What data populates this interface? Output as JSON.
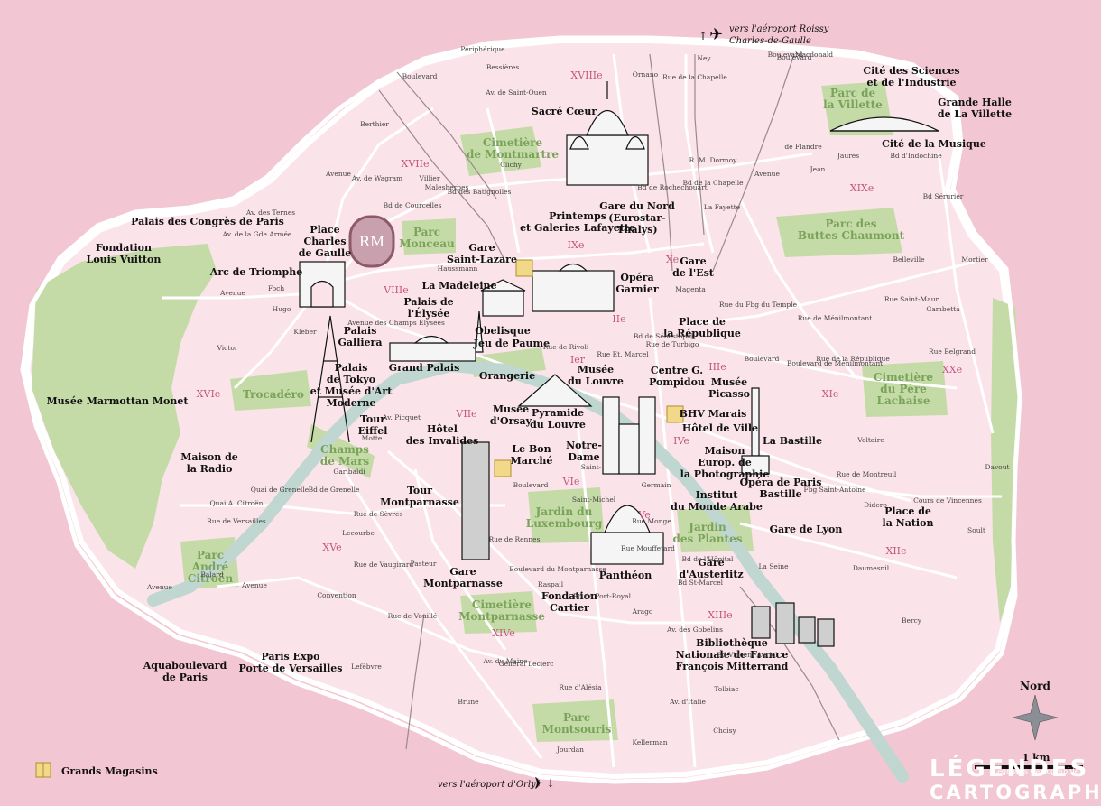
{
  "map": {
    "colors": {
      "background": "#f2c6d3",
      "city": "#fbe3ea",
      "roads": "#ffffff",
      "parks": "#c5dba7",
      "river": "#bfd7d0",
      "park_label": "#7aa35a",
      "arrondissement_label": "#c4577f"
    },
    "top_note": "vers l'aéroport Roissy Charles-de-Gaulle",
    "top_note_line1": "vers l'aéroport Roissy",
    "top_note_line2": "Charles-de-Gaulle",
    "bottom_note": "vers l'aéroport d'Orly",
    "north_label": "Nord",
    "scale_label": "1 km",
    "brand_line1": "LÉGENDES",
    "brand_line2": "CARTOGRAPHIE",
    "brand_small": "Légendes Cartographie",
    "legend_label": "Grands Magasins",
    "legend_icon": "gift-icon",
    "monogram": "RM",
    "landmarks": [
      {
        "id": "sacre-coeur",
        "lines": [
          "Sacré Cœur"
        ]
      },
      {
        "id": "cite-sciences",
        "lines": [
          "Cité des Sciences",
          "et de l'Industrie"
        ]
      },
      {
        "id": "grande-halle",
        "lines": [
          "Grande Halle",
          "de La Villette"
        ]
      },
      {
        "id": "cite-musique",
        "lines": [
          "Cité de la Musique"
        ]
      },
      {
        "id": "palais-congres",
        "lines": [
          "Palais des Congrès de Paris"
        ]
      },
      {
        "id": "fondation-vuitton",
        "lines": [
          "Fondation",
          "Louis Vuitton"
        ]
      },
      {
        "id": "place-de-gaulle",
        "lines": [
          "Place",
          "Charles",
          "de Gaulle"
        ]
      },
      {
        "id": "arc-triomphe",
        "lines": [
          "Arc de Triomphe"
        ]
      },
      {
        "id": "printemps",
        "lines": [
          "Printemps",
          "et Galeries Lafayette"
        ]
      },
      {
        "id": "gare-nord",
        "lines": [
          "Gare du Nord",
          "(Eurostar-",
          "Thalys)"
        ]
      },
      {
        "id": "gare-st-lazare",
        "lines": [
          "Gare",
          "Saint-Lazare"
        ]
      },
      {
        "id": "gare-est",
        "lines": [
          "Gare",
          "de l'Est"
        ]
      },
      {
        "id": "opera",
        "lines": [
          "Opéra",
          "Garnier"
        ]
      },
      {
        "id": "madeleine",
        "lines": [
          "La Madeleine"
        ]
      },
      {
        "id": "palais-elysee",
        "lines": [
          "Palais de",
          "l'Élysée"
        ]
      },
      {
        "id": "obelisque",
        "lines": [
          "Obelisque"
        ]
      },
      {
        "id": "jeu-paume",
        "lines": [
          "Jeu de Paume"
        ]
      },
      {
        "id": "palais-galliera",
        "lines": [
          "Palais",
          "Galliera"
        ]
      },
      {
        "id": "grand-palais",
        "lines": [
          "Grand Palais"
        ]
      },
      {
        "id": "orangerie",
        "lines": [
          "Orangerie"
        ]
      },
      {
        "id": "place-republique",
        "lines": [
          "Place de",
          "la République"
        ]
      },
      {
        "id": "palais-tokyo",
        "lines": [
          "Palais",
          "de Tokyo",
          "et Musée d'Art",
          "Moderne"
        ]
      },
      {
        "id": "musee-louvre",
        "lines": [
          "Musée",
          "du Louvre"
        ]
      },
      {
        "id": "centre-pompidou",
        "lines": [
          "Centre G.",
          "Pompidou"
        ]
      },
      {
        "id": "musee-picasso",
        "lines": [
          "Musée",
          "Picasso"
        ]
      },
      {
        "id": "marmottan",
        "lines": [
          "Musée Marmottan Monet"
        ]
      },
      {
        "id": "musee-orsay",
        "lines": [
          "Musée",
          "d'Orsay"
        ]
      },
      {
        "id": "pyramide",
        "lines": [
          "Pyramide",
          "du Louvre"
        ]
      },
      {
        "id": "bhv",
        "lines": [
          "BHV Marais"
        ]
      },
      {
        "id": "hotel-ville",
        "lines": [
          "Hôtel de Ville"
        ]
      },
      {
        "id": "tour-eiffel",
        "lines": [
          "Tour",
          "Eiffel"
        ]
      },
      {
        "id": "invalides",
        "lines": [
          "Hôtel",
          "des Invalides"
        ]
      },
      {
        "id": "notre-dame",
        "lines": [
          "Notre-",
          "Dame"
        ]
      },
      {
        "id": "bastille",
        "lines": [
          "La Bastille"
        ]
      },
      {
        "id": "maison-radio",
        "lines": [
          "Maison de",
          "la Radio"
        ]
      },
      {
        "id": "bon-marche",
        "lines": [
          "Le Bon",
          "Marché"
        ]
      },
      {
        "id": "maison-photo",
        "lines": [
          "Maison",
          "Europ. de",
          "la Photographie"
        ]
      },
      {
        "id": "opera-bastille",
        "lines": [
          "Opéra de Paris",
          "Bastille"
        ]
      },
      {
        "id": "tour-montparnasse",
        "lines": [
          "Tour",
          "Montparnasse"
        ]
      },
      {
        "id": "institut-arabe",
        "lines": [
          "Institut",
          "du Monde Arabe"
        ]
      },
      {
        "id": "place-nation",
        "lines": [
          "Place de",
          "la Nation"
        ]
      },
      {
        "id": "gare-lyon",
        "lines": [
          "Gare de Lyon"
        ]
      },
      {
        "id": "gare-austerlitz",
        "lines": [
          "Gare",
          "d'Austerlitz"
        ]
      },
      {
        "id": "gare-montparnasse",
        "lines": [
          "Gare",
          "Montparnasse"
        ]
      },
      {
        "id": "pantheon",
        "lines": [
          "Panthéon"
        ]
      },
      {
        "id": "fondation-cartier",
        "lines": [
          "Fondation",
          "Cartier"
        ]
      },
      {
        "id": "bnf",
        "lines": [
          "Bibliothèque",
          "Nationale de France",
          "François Mitterrand"
        ]
      },
      {
        "id": "aquaboulevard",
        "lines": [
          "Aquaboulevard",
          "de Paris"
        ]
      },
      {
        "id": "paris-expo",
        "lines": [
          "Paris Expo",
          "Porte de Versailles"
        ]
      }
    ],
    "parks": [
      {
        "id": "cimetiere-montmartre",
        "lines": [
          "Cimetière",
          "de Montmartre"
        ]
      },
      {
        "id": "parc-villette",
        "lines": [
          "Parc de",
          "la Villette"
        ]
      },
      {
        "id": "parc-buttes",
        "lines": [
          "Parc des",
          "Buttes Chaumont"
        ]
      },
      {
        "id": "parc-monceau",
        "lines": [
          "Parc",
          "Monceau"
        ]
      },
      {
        "id": "trocadero",
        "lines": [
          "Trocadéro"
        ]
      },
      {
        "id": "pere-lachaise",
        "lines": [
          "Cimetière",
          "du Père",
          "Lachaise"
        ]
      },
      {
        "id": "champs-mars",
        "lines": [
          "Champs",
          "de Mars"
        ]
      },
      {
        "id": "luxembourg",
        "lines": [
          "Jardin du",
          "Luxembourg"
        ]
      },
      {
        "id": "jardin-plantes",
        "lines": [
          "Jardin",
          "des Plantes"
        ]
      },
      {
        "id": "parc-citroen",
        "lines": [
          "Parc",
          "André",
          "Citroën"
        ]
      },
      {
        "id": "cimetiere-montparnasse",
        "lines": [
          "Cimetière",
          "Montparnasse"
        ]
      },
      {
        "id": "parc-montsouris",
        "lines": [
          "Parc",
          "Montsouris"
        ]
      }
    ],
    "arrondissements": [
      "Ier",
      "IIe",
      "IIIe",
      "IVe",
      "Ve",
      "VIe",
      "VIIe",
      "VIIIe",
      "IXe",
      "Xe",
      "XIe",
      "XIIe",
      "XIIIe",
      "XIVe",
      "XVe",
      "XVIe",
      "XVIIe",
      "XVIIIe",
      "XIXe",
      "XXe"
    ],
    "streets": [
      "Périphérique",
      "Boulevard",
      "Bessières",
      "Boulevard",
      "Ney",
      "Boulevard",
      "Macdonald",
      "Av. de Saint-Ouen",
      "Ornano",
      "Rue de la Chapelle",
      "R. M. Dormoy",
      "Bd de Rochechouart",
      "Clichy",
      "Bd des Batignolles",
      "Villier",
      "Bd de Courcelles",
      "Malesherbes",
      "Av. de Wagram",
      "Berthier",
      "Avenue",
      "de Flandre",
      "Avenue",
      "Jean",
      "Jaurès",
      "Bd de la Chapelle",
      "Bd d'Indochine",
      "Bd Sérurier",
      "La Fayette",
      "Haussmann",
      "Av. des Ternes",
      "Av. de la Gde Armée",
      "Foch",
      "Avenue",
      "Hugo",
      "Victor",
      "Kléber",
      "Avenue des Champs Elysées",
      "Rue de Rivoli",
      "Rue Et. Marcel",
      "Rue de Turbigo",
      "Bd de Sébastopol",
      "Magenta",
      "Rue du Fbg du Temple",
      "Belleville",
      "Rue de Ménilmontant",
      "Boulevard de Ménilmontant",
      "Rue Belgrand",
      "Gambetta",
      "Mortier",
      "Rue de la République",
      "Boulevard",
      "Saint-",
      "Germain",
      "Boulevard",
      "Raspail",
      "Rue de Rennes",
      "Boulevard du Montparnasse",
      "Bd de Port-Royal",
      "Bd St-Marcel",
      "Bd de l'Hôpital",
      "Rue Mouffetard",
      "Rue Monge",
      "Saint-Michel",
      "Voltaire",
      "Rue de Montreuil",
      "Fbg Saint-Antoine",
      "Didero",
      "Cours de Vincennes",
      "Daumesnil",
      "Soult",
      "Davout",
      "Bercy",
      "Tolbiac",
      "Rue d'Alésia",
      "Av. du Maine",
      "Général Leclerc",
      "Jourdan",
      "Kellerman",
      "Brune",
      "Lefèbvre",
      "Rue de Vaugirard",
      "Convention",
      "Lecourbe",
      "Rue de Sèvres",
      "Garibaldi",
      "Bd de Grenelle",
      "Quai de Grenelle",
      "Quai A. Citroën",
      "Av. Picquet",
      "Motte",
      "Balard",
      "Rue de Versailles",
      "Pasteur",
      "Rue de Vouillé",
      "Avenue",
      "Arago",
      "Av. des Gobelins",
      "Av. d'Italie",
      "Choisy",
      "Bd Vincent Auriol",
      "La Seine",
      "Rue Saint-Maur",
      "Avenue"
    ]
  }
}
